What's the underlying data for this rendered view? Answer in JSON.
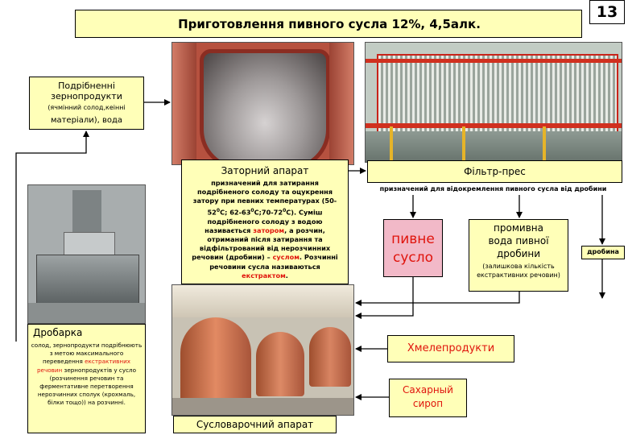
{
  "slide_number": "13",
  "title": "Приготовлення пивного сусла 12%,   4,5алк.",
  "grain": {
    "line1": "Подрібненні",
    "line2": "зернопродукти",
    "line3": "(ячмінний солод,кеінні",
    "line4": "матеріали), вода"
  },
  "mash": {
    "title": "Заторний апарат",
    "desc_a": "призначений для затирання подрібненого солоду та оцукрення затору при певних температурах (50-52",
    "desc_b": "С; 62-63",
    "desc_c": "С;70-72",
    "desc_d": "С). Суміш подрібненого солоду з водою називається ",
    "desc_zator": "затором",
    "desc_e": ", а розчин, отриманий після затирання та відфільтрований від нерозчинних речовин (дробини) – ",
    "desc_suslom": "суслом",
    "desc_f": ". Розчинні речовини сусла називаються ",
    "desc_extract": "екстрактом",
    "desc_g": "."
  },
  "filter": {
    "title": "Фільтр-прес",
    "desc": "призначений для відокремлення пивного сусла від дробини"
  },
  "wort": {
    "line1": "пивне",
    "line2": "сусло"
  },
  "washing": {
    "line1": "промивна",
    "line2": "вода пивної",
    "line3": "дробини",
    "note": "(залишкова кількість екстрактивних речовин)"
  },
  "spent_grain": "дробина",
  "crusher": {
    "title": "Дробарка",
    "desc_a": "солод, зернопродукти подрібнюють з метою максимального переведення ",
    "desc_red": "екстрактивних речовин",
    "desc_b": " зернопродуктів у сусло (розчинення речовин та ферментативне перетворення нерозчинних сполук (крохмаль, білки тощо)) на розчинні."
  },
  "hops": "Хмелепродукти",
  "syrup": {
    "line1": "Сахарный",
    "line2": "сироп"
  },
  "boiler": "Сусловарочний апарат",
  "colors": {
    "yellow": "#ffffb8",
    "pink": "#f2b9c8",
    "red": "#e0140c"
  }
}
